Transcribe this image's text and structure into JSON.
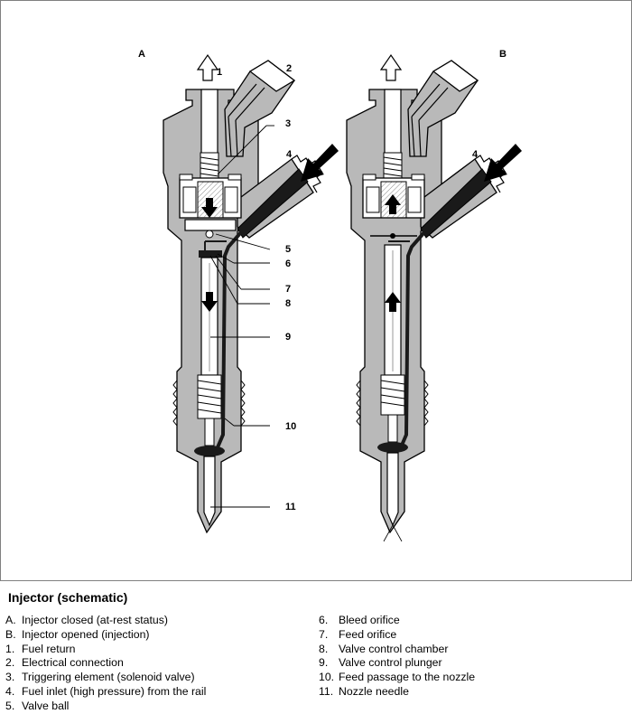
{
  "figure": {
    "panel_labels": {
      "a": "A",
      "b": "B"
    },
    "callouts": [
      "1",
      "2",
      "3",
      "4",
      "5",
      "6",
      "7",
      "8",
      "9",
      "10",
      "11"
    ],
    "callout_b_inlet": "4",
    "icons": [
      "fuel-flow-arrow",
      "fuel-inlet-arrow",
      "needle-movement-arrow"
    ]
  },
  "caption": {
    "title": "Injector (schematic)",
    "legend_left": [
      {
        "key": "A.",
        "text": "Injector closed (at-rest status)"
      },
      {
        "key": "B.",
        "text": "Injector opened (injection)"
      },
      {
        "key": "1.",
        "text": "Fuel return"
      },
      {
        "key": "2.",
        "text": "Electrical connection"
      },
      {
        "key": "3.",
        "text": "Triggering element (solenoid valve)"
      },
      {
        "key": "4.",
        "text": "Fuel inlet (high pressure) from the rail"
      },
      {
        "key": "5.",
        "text": "Valve ball"
      }
    ],
    "legend_right": [
      {
        "key": "6.",
        "text": "Bleed orifice"
      },
      {
        "key": "7.",
        "text": "Feed orifice"
      },
      {
        "key": "8.",
        "text": "Valve control chamber"
      },
      {
        "key": "9.",
        "text": "Valve control plunger"
      },
      {
        "key": "10.",
        "text": "Feed passage to the nozzle"
      },
      {
        "key": "11.",
        "text": "Nozzle needle"
      }
    ]
  }
}
